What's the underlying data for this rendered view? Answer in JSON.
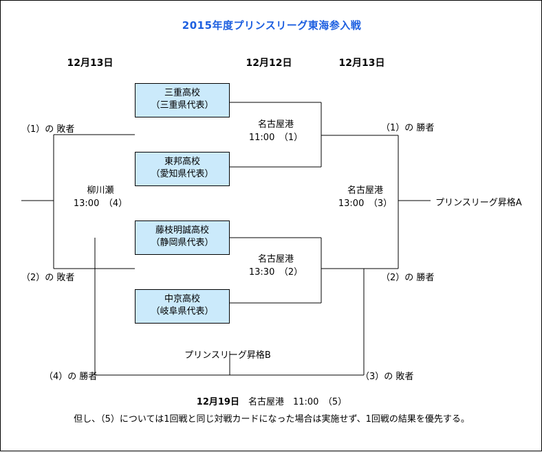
{
  "title": "2015年度プリンスリーグ東海参入戦",
  "title_color": "#1d5fe0",
  "box_fill_color": "#cbeafb",
  "date_headers": [
    {
      "label": "12月13日"
    },
    {
      "label": "12月12日"
    },
    {
      "label": "12月13日"
    }
  ],
  "teams": [
    {
      "name": "三重高校",
      "rep": "（三重県代表）"
    },
    {
      "name": "東邦高校",
      "rep": "（愛知県代表）"
    },
    {
      "name": "藤枝明誠高校",
      "rep": "（静岡県代表）"
    },
    {
      "name": "中京高校",
      "rep": "（岐阜県代表）"
    }
  ],
  "matches": [
    {
      "venue": "名古屋港",
      "time": "11:00",
      "no": "（1）",
      "time_line": "11:00　（1）"
    },
    {
      "venue": "名古屋港",
      "time": "13:30",
      "no": "（2）",
      "time_line": "13:30　（2）"
    },
    {
      "venue": "名古屋港",
      "time": "13:00",
      "no": "（3）",
      "time_line": "13:00　（3）"
    },
    {
      "venue": "柳川瀬",
      "time": "13:00",
      "no": "（4）",
      "time_line": "13:00　（4）"
    }
  ],
  "side_labels": {
    "loser1": "（1）の 敗者",
    "loser2": "（2）の 敗者",
    "winner1": "（1）の 勝者",
    "winner2": "（2）の 勝者",
    "winner4": "（4）の 勝者",
    "loser3": "（3）の 敗者"
  },
  "promotion": {
    "a": "プリンスリーグ昇格A",
    "b": "プリンスリーグ昇格B"
  },
  "footer": {
    "date": "12月19日",
    "venue": "名古屋港",
    "time": "11:00",
    "no": "（5）",
    "line1_rest": "　名古屋港　11:00　（5）",
    "note": "但し、（5）については1回戦と同じ対戦カードになった場合は実施せず、1回戦の結果を優先する。"
  }
}
